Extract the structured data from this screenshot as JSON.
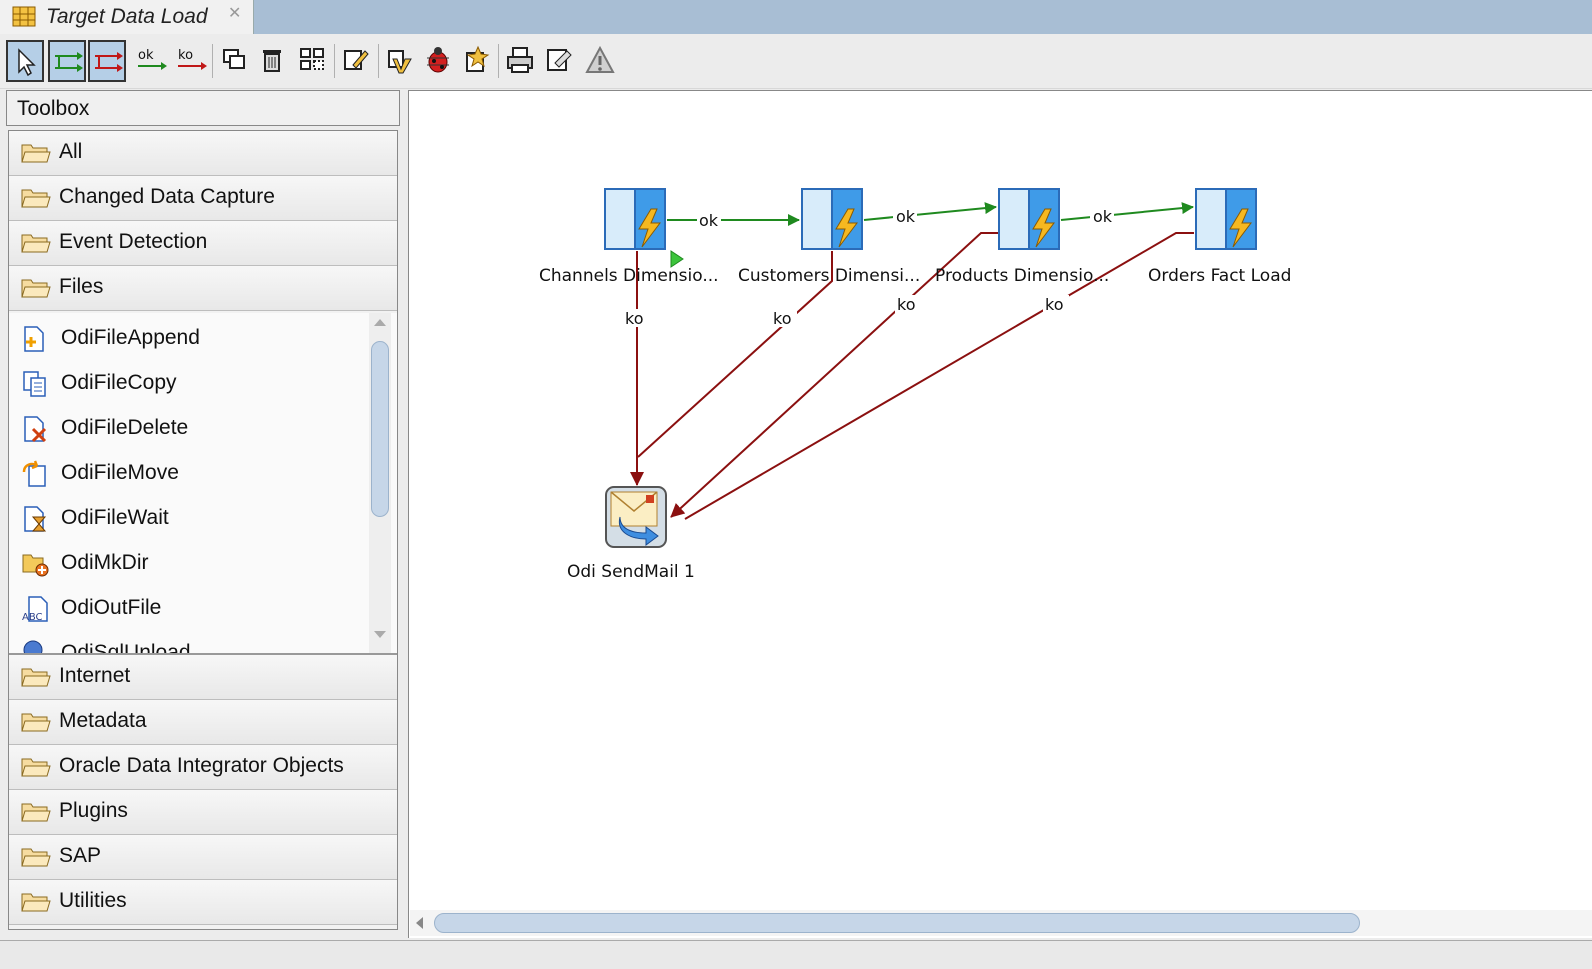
{
  "window": {
    "tab_title": "Target Data Load",
    "tab_close": "✕"
  },
  "toolbar": {
    "buttons": [
      "select-tool",
      "ok-ko-link-tool",
      "ko-link-tool",
      "ok-link-tool",
      "ko-link-single-tool",
      "duplicate",
      "delete",
      "arrange",
      "edit",
      "validate",
      "debug",
      "execute",
      "print",
      "page-setup",
      "warning"
    ],
    "ok_text": "ok",
    "ko_text": "ko"
  },
  "toolbox": {
    "title": "Toolbox",
    "categories_top": [
      {
        "label": "All"
      },
      {
        "label": "Changed Data Capture"
      },
      {
        "label": "Event Detection"
      },
      {
        "label": "Files"
      }
    ],
    "file_items": [
      {
        "label": "OdiFileAppend",
        "icon": "file-append-icon"
      },
      {
        "label": "OdiFileCopy",
        "icon": "file-copy-icon"
      },
      {
        "label": "OdiFileDelete",
        "icon": "file-delete-icon"
      },
      {
        "label": "OdiFileMove",
        "icon": "file-move-icon"
      },
      {
        "label": "OdiFileWait",
        "icon": "file-wait-icon"
      },
      {
        "label": "OdiMkDir",
        "icon": "mkdir-icon"
      },
      {
        "label": "OdiOutFile",
        "icon": "outfile-icon"
      },
      {
        "label": "OdiSqlUnload",
        "icon": "sql-unload-icon"
      }
    ],
    "categories_bottom": [
      {
        "label": "Internet"
      },
      {
        "label": "Metadata"
      },
      {
        "label": "Oracle Data Integrator Objects"
      },
      {
        "label": "Plugins"
      },
      {
        "label": "SAP"
      },
      {
        "label": "Utilities"
      }
    ]
  },
  "diagram": {
    "nodes": [
      {
        "id": "n1",
        "label": "Channels Dimensio...",
        "type": "interface",
        "first_step": true
      },
      {
        "id": "n2",
        "label": "Customers Dimensi...",
        "type": "interface"
      },
      {
        "id": "n3",
        "label": "Products Dimensio...",
        "type": "interface"
      },
      {
        "id": "n4",
        "label": "Orders Fact Load",
        "type": "interface"
      },
      {
        "id": "n5",
        "label": "Odi SendMail 1",
        "type": "sendmail"
      }
    ],
    "links": [
      {
        "from": "n1",
        "to": "n2",
        "kind": "ok",
        "label": "ok"
      },
      {
        "from": "n2",
        "to": "n3",
        "kind": "ok",
        "label": "ok"
      },
      {
        "from": "n3",
        "to": "n4",
        "kind": "ok",
        "label": "ok"
      },
      {
        "from": "n1",
        "to": "n5",
        "kind": "ko",
        "label": "ko"
      },
      {
        "from": "n2",
        "to": "n5",
        "kind": "ko",
        "label": "ko"
      },
      {
        "from": "n3",
        "to": "n5",
        "kind": "ko",
        "label": "ko"
      },
      {
        "from": "n4",
        "to": "n5",
        "kind": "ko",
        "label": "ko"
      }
    ],
    "colors": {
      "ok": "#1f8a1f",
      "ko": "#8b1010"
    }
  }
}
